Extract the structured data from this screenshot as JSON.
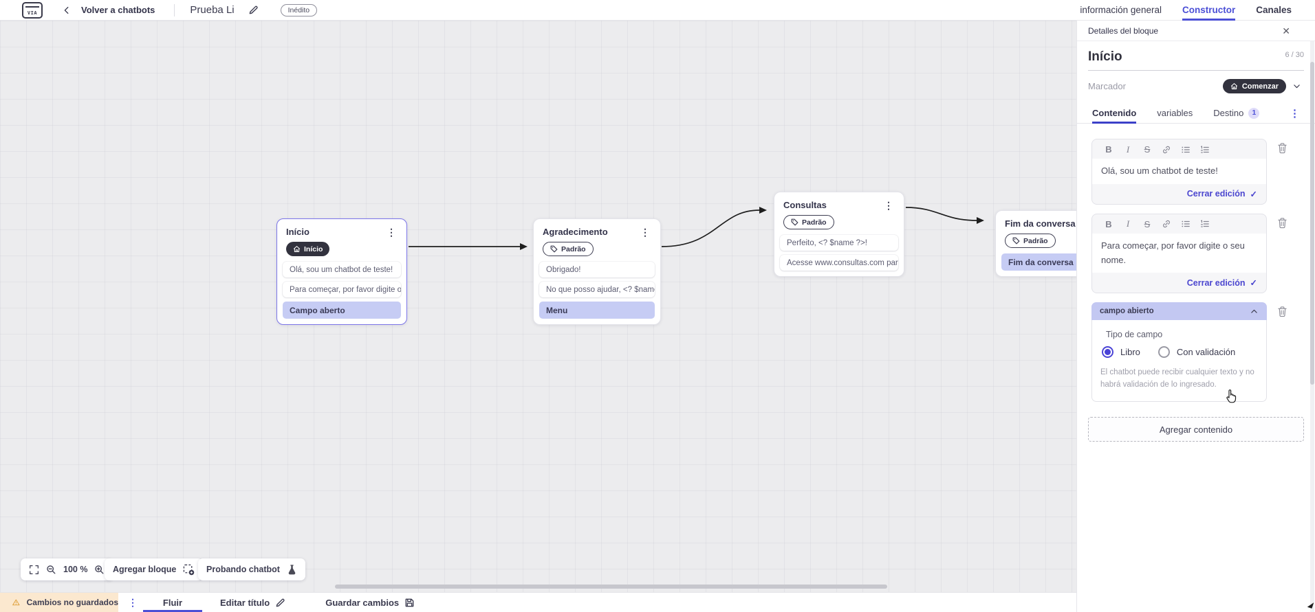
{
  "header": {
    "logo_text": "VIA",
    "back_label": "Volver a chatbots",
    "doc_title": "Prueba Li",
    "status_badge": "Inédito",
    "tabs": {
      "general": "información general",
      "constructor": "Constructor",
      "canales": "Canales"
    },
    "active_tab": "Constructor"
  },
  "panel": {
    "header_title": "Detalles del bloque",
    "block_name": "Início",
    "counter": "6 / 30",
    "marcador_label": "Marcador",
    "marcador_value": "Comenzar",
    "tabs": {
      "contenido": "Contenido",
      "variables": "variables",
      "destino": "Destino",
      "destino_badge": "1"
    },
    "editors": [
      {
        "text": "Olá, sou um chatbot de teste!"
      },
      {
        "text": "Para começar, por favor digite o seu nome."
      }
    ],
    "close_edit_label": "Cerrar edición",
    "field_section": {
      "header": "campo abierto",
      "type_label": "Tipo de campo",
      "option_free": "Libro",
      "option_validated": "Con validación",
      "selected_option": "Libro",
      "help": "El chatbot puede recibir cualquier texto y no habrá validación de lo ingresado."
    },
    "add_content_label": "Agregar contenido"
  },
  "canvas": {
    "blocks": [
      {
        "title": "Início",
        "pill": "Início",
        "pill_icon": "home",
        "selected": true,
        "rows": [
          {
            "text": "Olá, sou um chatbot de teste!"
          },
          {
            "text": "Para começar, por favor digite o ..."
          },
          {
            "text": "Campo aberto",
            "highlight": true
          }
        ]
      },
      {
        "title": "Agradecimento",
        "pill": "Padrão",
        "pill_icon": "tag",
        "rows": [
          {
            "text": "Obrigado!"
          },
          {
            "text": "No que posso ajudar, <? $name ..."
          },
          {
            "text": "Menu",
            "highlight": true
          }
        ]
      },
      {
        "title": "Consultas",
        "pill": "Padrão",
        "pill_icon": "tag",
        "rows": [
          {
            "text": "Perfeito, <? $name ?>!"
          },
          {
            "text": "Acesse www.consultas.com par..."
          }
        ]
      },
      {
        "title": "Fim da conversa",
        "pill": "Padrão",
        "pill_icon": "tag",
        "rows": [
          {
            "text": "Fim da conversa",
            "highlight": true
          }
        ]
      }
    ]
  },
  "toolbar": {
    "zoom_level": "100 %",
    "add_block_label": "Agregar bloque",
    "test_chatbot_label": "Probando chatbot"
  },
  "statusbar": {
    "unsaved_label": "Cambios no guardados",
    "flow_tab_label": "Fluir",
    "edit_title_label": "Editar título",
    "save_label": "Guardar cambios"
  },
  "colors": {
    "accent": "#4b4fd6",
    "highlight_row": "#c6ccf4",
    "dark_pill": "#32323e",
    "warning_bg": "#fbe8cf",
    "warning_icon": "#dd9c32",
    "canvas_bg": "#ececee"
  }
}
